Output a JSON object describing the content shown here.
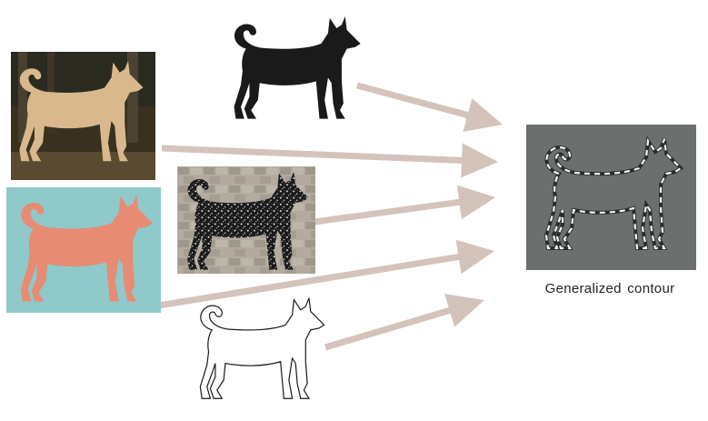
{
  "caption": {
    "generalized_contour": "Generalized contour"
  },
  "colors": {
    "arrow": "#d3c3bb",
    "silhouette_black": "#1a1a1a",
    "pink_background": "#8fc9c9",
    "pink_silhouette": "#e78b75",
    "result_background": "#6b706f",
    "contour_dash": "#f4f4f4",
    "photo_background": "#3a3020",
    "photo_dog_fur": "#d8b88c",
    "texture_background": "#b3aba0",
    "outline_stroke": "#1a1a1a"
  },
  "panels": [
    {
      "id": "photo",
      "icon": "dog-photo"
    },
    {
      "id": "black-silhouette",
      "icon": "dog-silhouette-black"
    },
    {
      "id": "colored-silhouette",
      "icon": "dog-silhouette-salmon"
    },
    {
      "id": "textured-silhouette",
      "icon": "dog-silhouette-textured"
    },
    {
      "id": "line-drawing",
      "icon": "dog-outline"
    },
    {
      "id": "generalized-contour",
      "icon": "dog-dashed-contour"
    }
  ]
}
